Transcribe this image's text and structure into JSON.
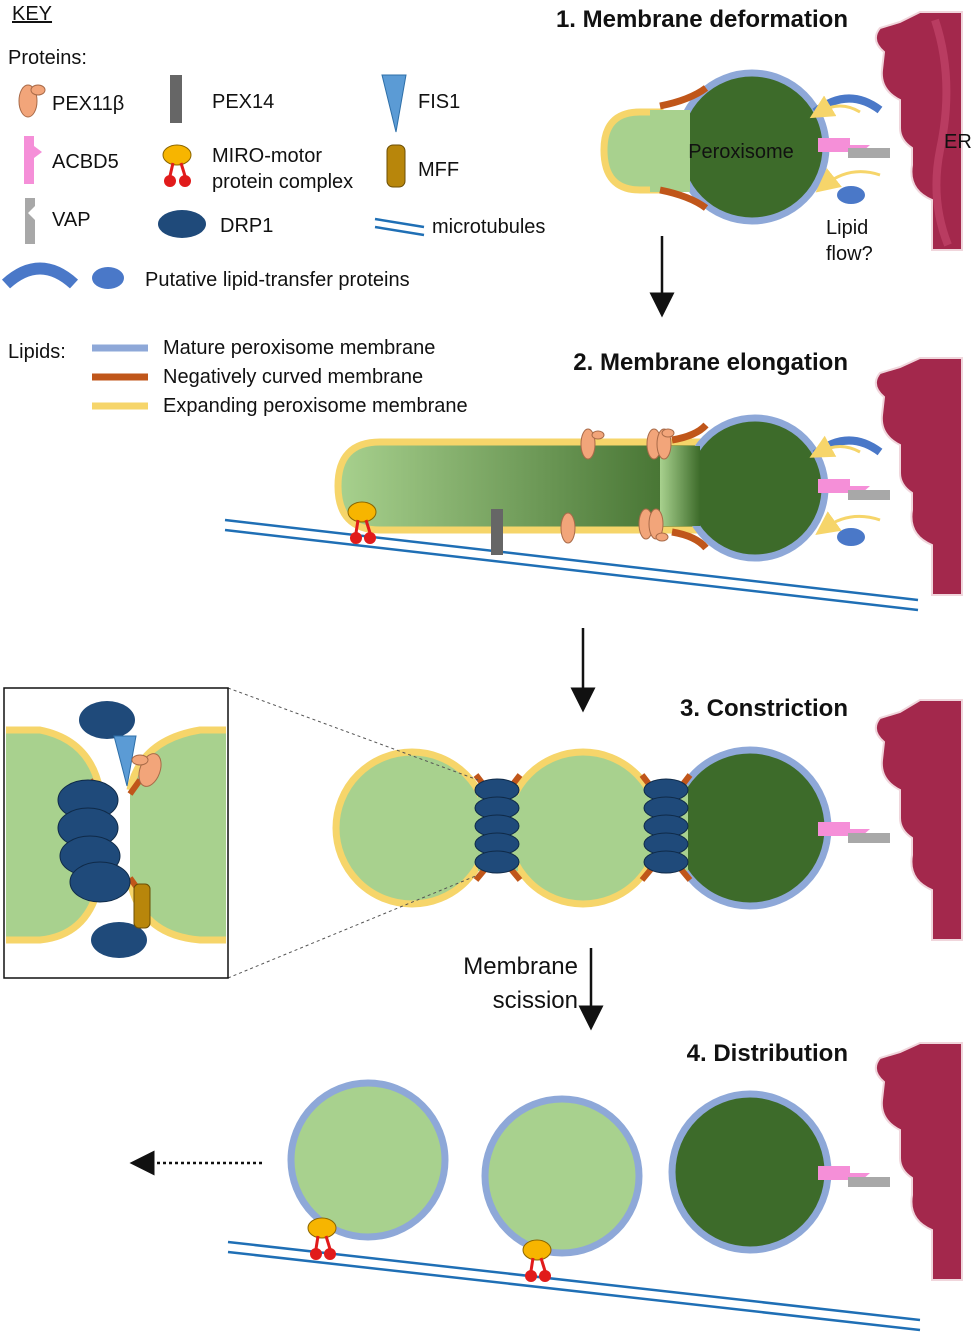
{
  "key": {
    "title": "KEY",
    "proteins_label": "Proteins:",
    "proteins": {
      "pex11b": "PEX11β",
      "pex14": "PEX14",
      "fis1": "FIS1",
      "acbd5": "ACBD5",
      "miro_line1": "MIRO-motor",
      "miro_line2": "protein complex",
      "mff": "MFF",
      "vap": "VAP",
      "drp1": "DRP1",
      "microtubules": "microtubules",
      "lipid_transfer": "Putative lipid-transfer proteins"
    },
    "lipids_label": "Lipids:",
    "lipids": [
      {
        "label": "Mature peroxisome membrane",
        "color": "#8ea8d8"
      },
      {
        "label": "Negatively curved membrane",
        "color": "#c0561a"
      },
      {
        "label": "Expanding peroxisome membrane",
        "color": "#f6d56a"
      }
    ]
  },
  "steps": {
    "s1": "1. Membrane deformation",
    "s2": "2. Membrane elongation",
    "s3": "3. Constriction",
    "s4": "4. Distribution"
  },
  "labels": {
    "peroxisome": "Peroxisome",
    "er": "ER",
    "lipid_flow_1": "Lipid",
    "lipid_flow_2": "flow?",
    "scission_1": "Membrane",
    "scission_2": "scission"
  },
  "colors": {
    "mature_fill": "#3d6b2a",
    "expanding_fill": "#a8d18e",
    "mature_membrane": "#8ea8d8",
    "curved_membrane": "#c0561a",
    "expanding_membrane": "#f6d56a",
    "er": "#a3284c",
    "drp1": "#1f4a7a",
    "pex11b": "#f2a57a",
    "acbd5": "#f58fd8",
    "vap": "#a8a8a8",
    "pex14": "#666666",
    "fis1": "#5b9bd5",
    "mff": "#b8860b",
    "miro_motor": "#f7b500",
    "miro_red": "#e11b1b",
    "microtubule": "#1f6fb5",
    "lipid_transfer": "#4a78c8"
  }
}
